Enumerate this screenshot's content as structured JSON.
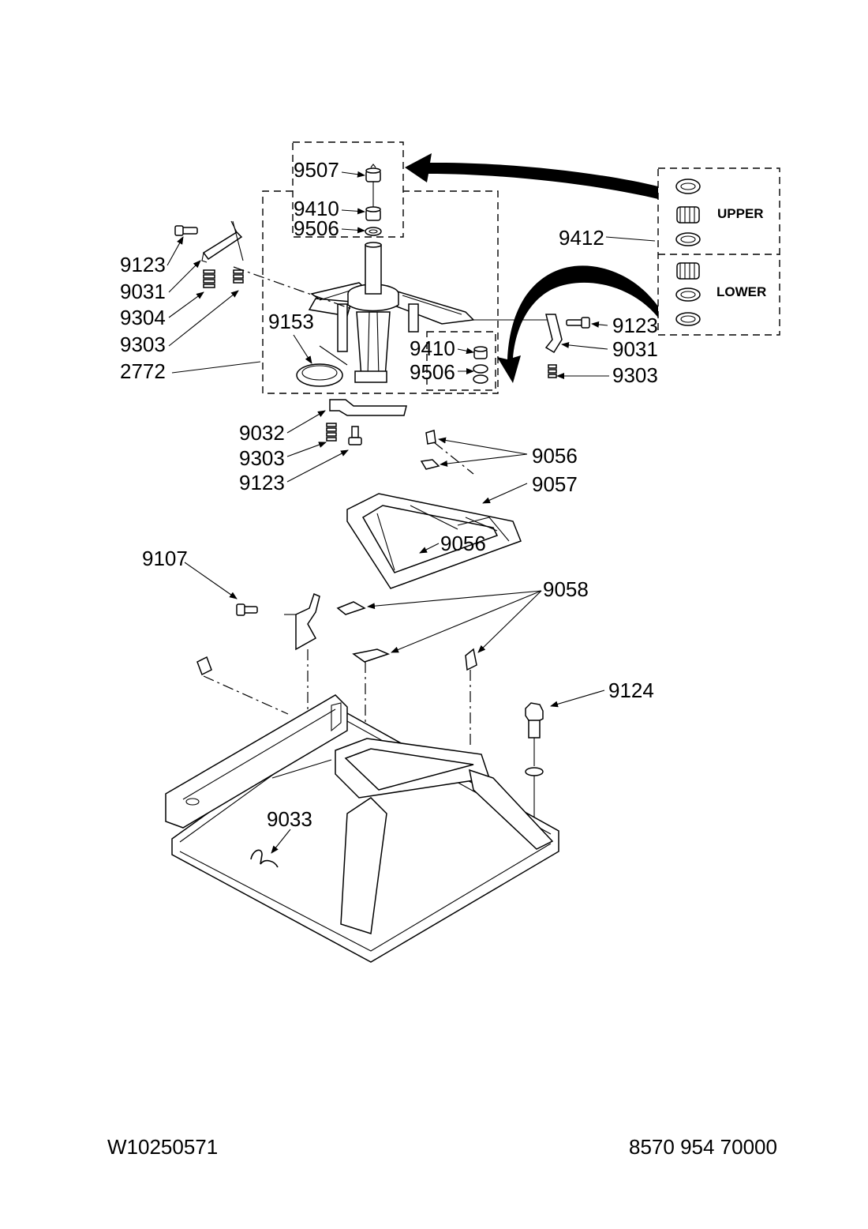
{
  "callouts": {
    "c9507": "9507",
    "c9410_top": "9410",
    "c9506_top": "9506",
    "c9412": "9412",
    "c9123_left": "9123",
    "c9031_left": "9031",
    "c9304": "9304",
    "c9303_left": "9303",
    "c2772": "2772",
    "c9153": "9153",
    "c9410_mid": "9410",
    "c9506_mid": "9506",
    "c9123_right": "9123",
    "c9031_right": "9031",
    "c9303_right": "9303",
    "c9032": "9032",
    "c9303_low": "9303",
    "c9123_low": "9123",
    "c9056_top": "9056",
    "c9057": "9057",
    "c9056_mid": "9056",
    "c9107": "9107",
    "c9058": "9058",
    "c9124": "9124",
    "c9033": "9033"
  },
  "bearing_kit": {
    "upper_label": "UPPER",
    "lower_label": "LOWER"
  },
  "footer": {
    "doc_number": "W10250571",
    "model_number": "8570 954 70000"
  }
}
